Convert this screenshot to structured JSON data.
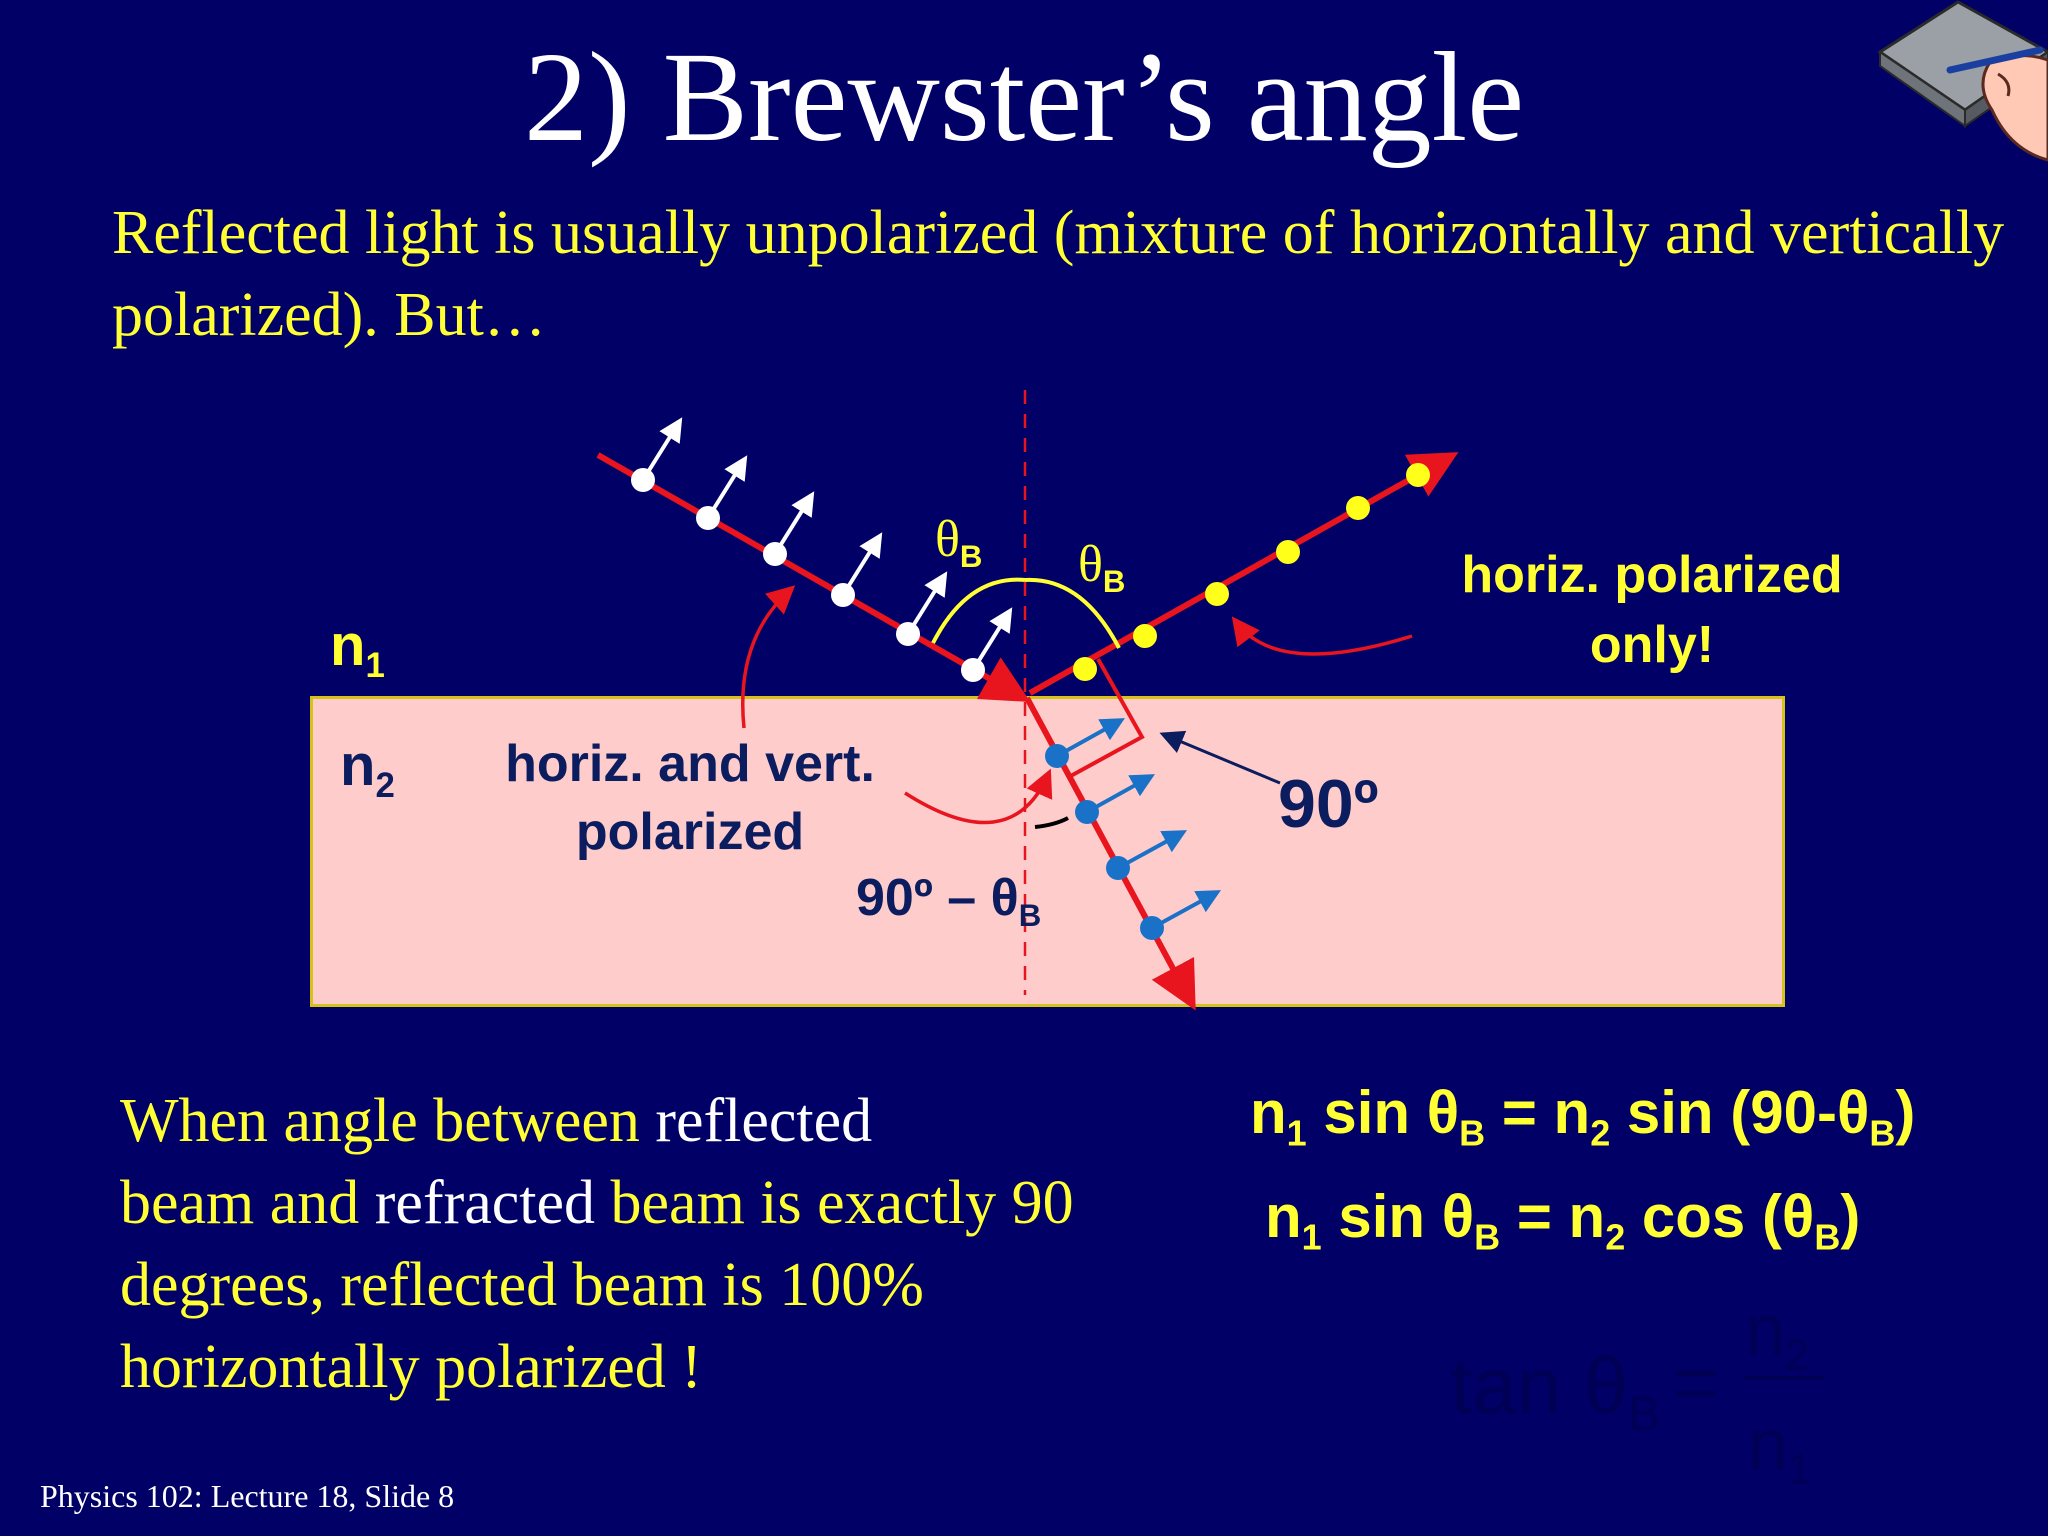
{
  "slide": {
    "title": "2) Brewster’s angle",
    "intro": "Reflected light is usually unpolarized (mixture of horizontally and vertically polarized).  But…",
    "footer": "Physics 102: Lecture 18, Slide 8"
  },
  "diagram": {
    "n1": "n",
    "n1_sub": "1",
    "n2": "n",
    "n2_sub": "2",
    "theta_symbol": "θ",
    "theta_sub": "B",
    "incident_label": "horiz. and vert. polarized",
    "reflected_label": "horiz. polarized only!",
    "right_angle_label": "90º",
    "refraction_angle_label": "90º – θ",
    "colors": {
      "background": "#000066",
      "medium": "#ffcccc",
      "ray": "#e8141e",
      "reflected_dot": "#ffff1a",
      "refracted_dot": "#1a72c8",
      "angle_arc": "#ffff33"
    }
  },
  "bottom_text": {
    "part1": "When angle between ",
    "part2": "reflected",
    "part3": "beam and ",
    "part4": "refracted",
    "part5": " beam is exactly 90 degrees, reflected beam is 100% horizontally polarized !"
  },
  "equations": {
    "eq1": {
      "a": "n",
      "a_sub": "1",
      "b": " sin θ",
      "b_sub": "B",
      "c": " = n",
      "c_sub": "2",
      "d": " sin (90-θ",
      "d_sub": "B",
      "e": ")"
    },
    "eq2": {
      "a": "n",
      "a_sub": "1",
      "b": " sin θ",
      "b_sub": "B",
      "c": " = n",
      "c_sub": "2",
      "d": " cos (θ",
      "d_sub": "B",
      "e": ")"
    },
    "eq3": {
      "lhs": "tan θ",
      "lhs_sub": "B",
      "equals": "=",
      "num": "n",
      "num_sub": "2",
      "den": "n",
      "den_sub": "1"
    }
  },
  "icons": {
    "corner": "hand-writing-on-notepad-icon"
  }
}
